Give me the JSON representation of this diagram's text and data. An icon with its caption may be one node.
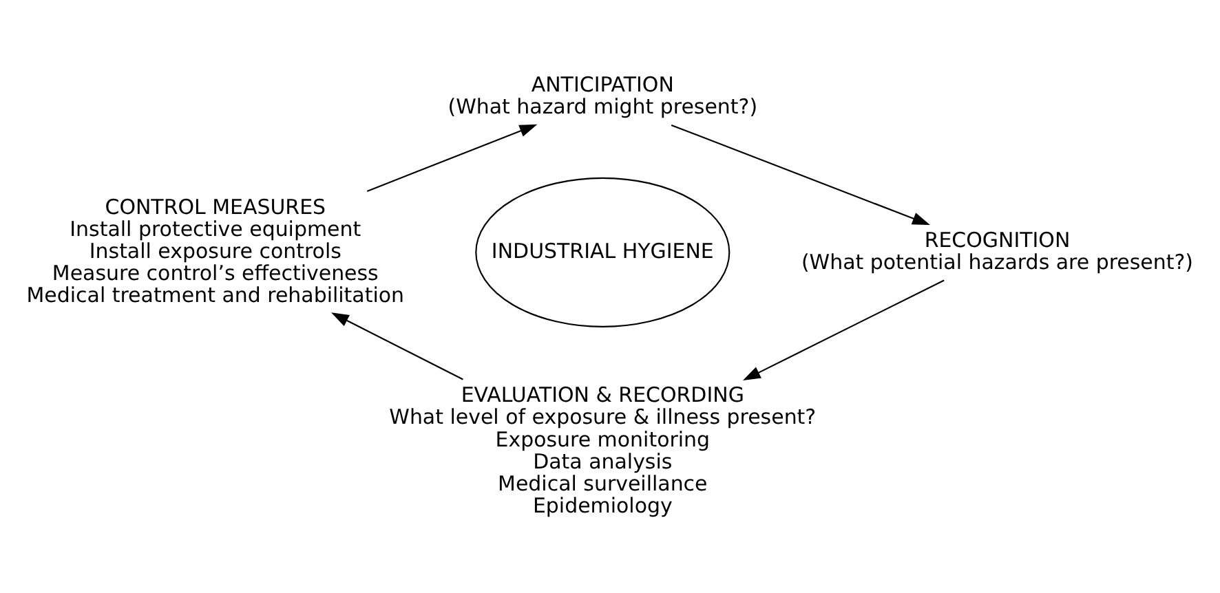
{
  "diagram": {
    "nodes": [
      {
        "text": [
          "INDUSTRIAL HYGIENE"
        ]
      },
      {
        "text": [
          "ANTICIPATION",
          "(What hazard might present?)"
        ]
      },
      {
        "text": [
          "RECOGNITION",
          "(What potential hazards are present?)"
        ]
      },
      {
        "text": [
          "EVALUATION & RECORDING",
          "What level of exposure & illness present?",
          "Exposure monitoring",
          "Data analysis",
          "Medical surveillance",
          "Epidemiology"
        ]
      },
      {
        "text": [
          "CONTROL MEASURES",
          "Install protective equipment",
          "Install exposure controls",
          "Measure control’s effectiveness",
          "Medical treatment and rehabilitation"
        ]
      }
    ],
    "edges": [
      {
        "from": 1,
        "to": 2,
        "arrow": "to"
      },
      {
        "from": 2,
        "to": 3,
        "arrow": "to"
      },
      {
        "from": 3,
        "to": 4,
        "arrow": "to"
      },
      {
        "from": 4,
        "to": 1,
        "arrow": "to"
      }
    ]
  }
}
